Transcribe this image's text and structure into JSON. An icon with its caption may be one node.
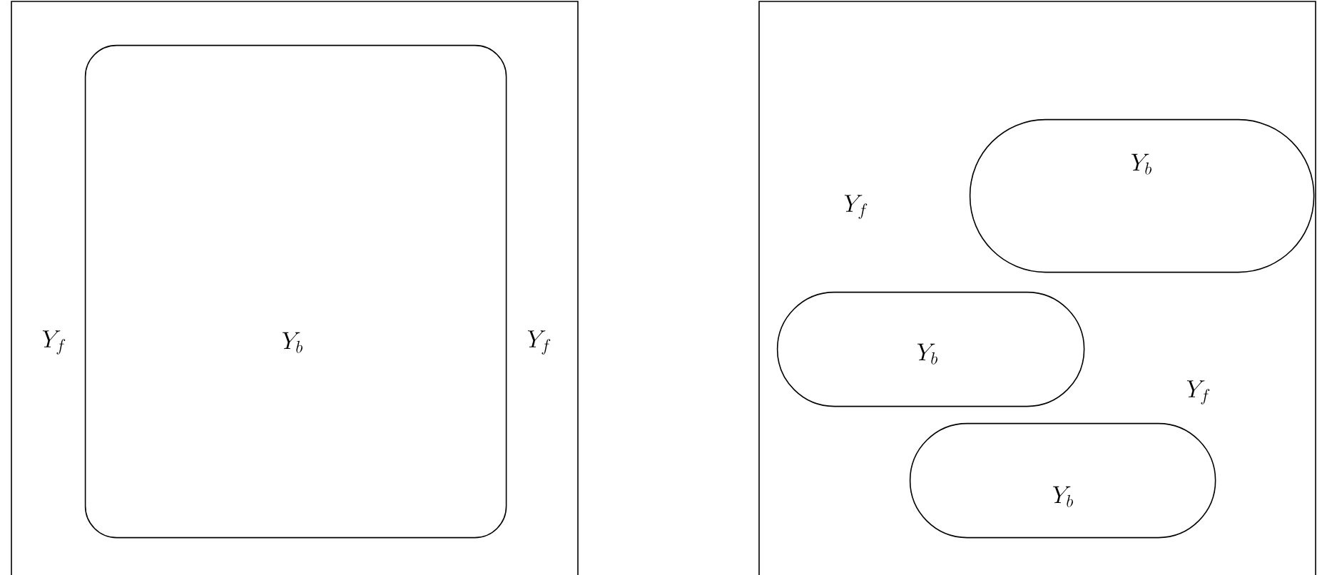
{
  "diagram": {
    "nodes": [
      {
        "text": [
          "Y_f",
          "Y_f"
        ]
      },
      {
        "text": [
          "Y_b"
        ],
        "in": 0
      },
      {
        "text": [
          "Y_f",
          "Y_f"
        ]
      },
      {
        "text": [
          "Y_b"
        ],
        "in": 2
      },
      {
        "text": [
          "Y_b"
        ],
        "in": 2
      },
      {
        "text": [
          "Y_b"
        ],
        "in": 2
      }
    ]
  }
}
